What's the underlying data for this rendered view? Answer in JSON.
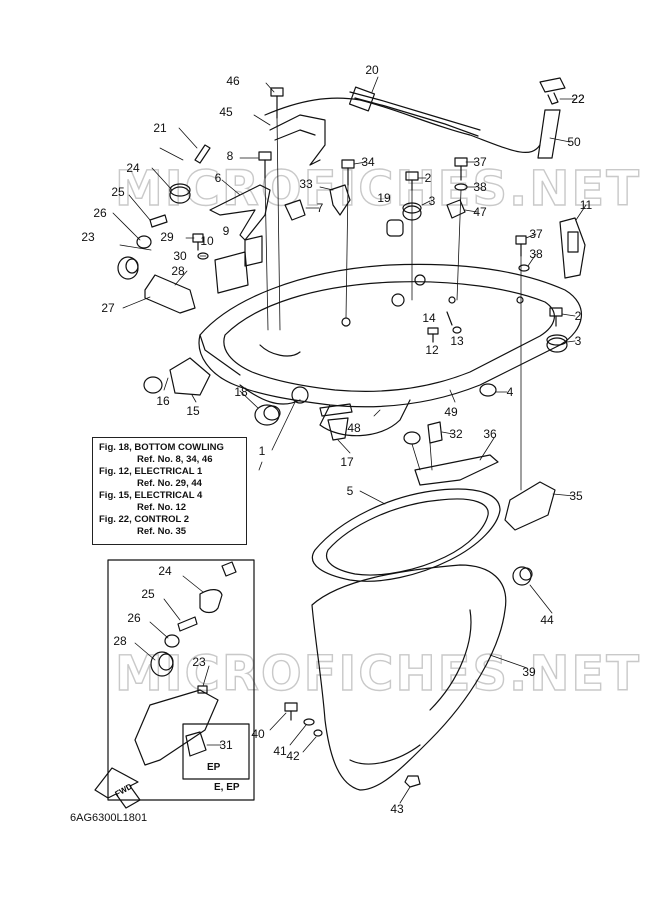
{
  "diagram": {
    "watermark": "MICROFICHES.NET",
    "drawing_code": "6AG6300L1801",
    "fwd_label": "FWD",
    "inset_main_label": "E, EP",
    "inset_sub_label": "EP",
    "cross_references": [
      {
        "title": "Fig. 18, BOTTOM COWLING",
        "refs": "Ref. No. 8, 34, 46"
      },
      {
        "title": "Fig. 12, ELECTRICAL 1",
        "refs": "Ref. No. 29, 44"
      },
      {
        "title": "Fig. 15, ELECTRICAL 4",
        "refs": "Ref. No. 12"
      },
      {
        "title": "Fig. 22, CONTROL 2",
        "refs": "Ref. No. 35"
      }
    ],
    "callouts": [
      "46",
      "20",
      "22",
      "45",
      "21",
      "50",
      "22",
      "8",
      "34",
      "37",
      "2",
      "24",
      "6",
      "33",
      "38",
      "25",
      "7",
      "19",
      "3",
      "47",
      "11",
      "26",
      "29",
      "10",
      "9",
      "37",
      "23",
      "30",
      "28",
      "38",
      "27",
      "14",
      "2",
      "12",
      "13",
      "3",
      "16",
      "15",
      "18",
      "4",
      "49",
      "48",
      "32",
      "36",
      "1",
      "17",
      "5",
      "35",
      "24",
      "25",
      "26",
      "28",
      "23",
      "44",
      "39",
      "31",
      "40",
      "41",
      "42",
      "43"
    ]
  }
}
